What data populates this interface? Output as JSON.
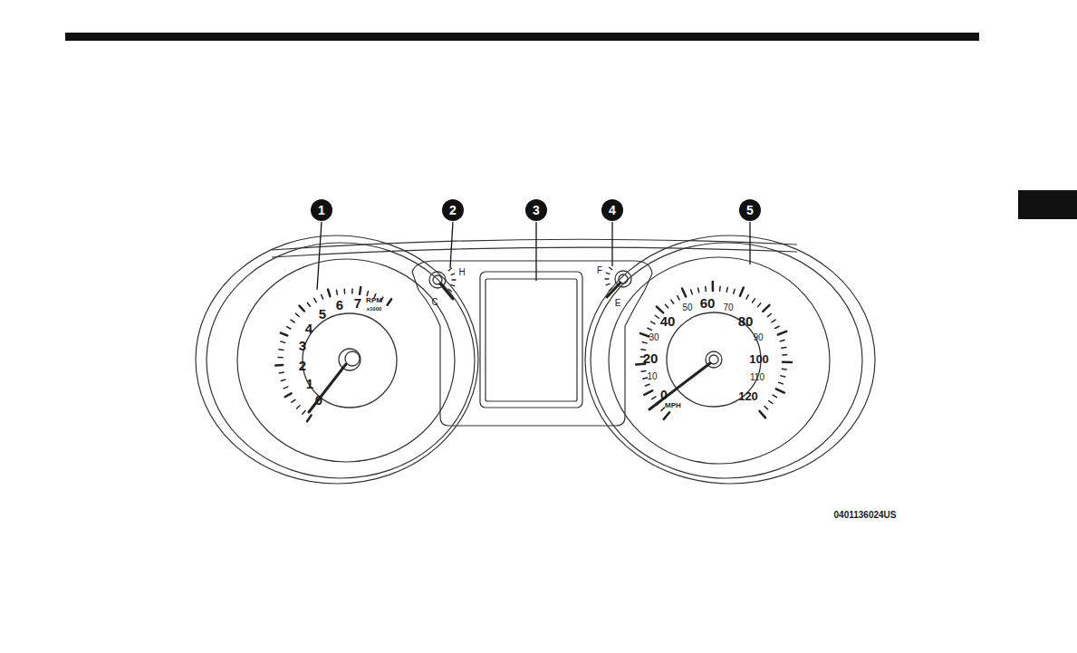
{
  "diagram": {
    "labels": [
      "1",
      "2",
      "3",
      "4",
      "5",
      "0",
      "1",
      "2",
      "3",
      "4",
      "5",
      "6",
      "7",
      "RPM",
      "x1000",
      "H",
      "C",
      "F",
      "E",
      "0",
      "10",
      "20",
      "30",
      "40",
      "50",
      "60",
      "70",
      "80",
      "90",
      "100",
      "110",
      "120",
      "MPH",
      "0401136024US"
    ]
  }
}
